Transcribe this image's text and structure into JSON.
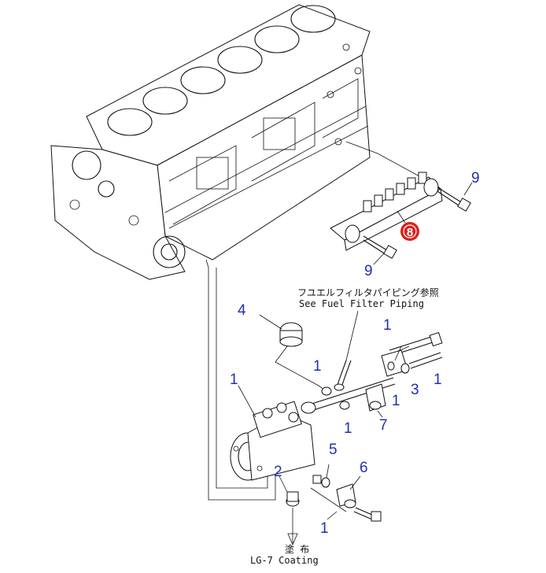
{
  "callouts": {
    "c_fuel_pipe_assembly": "8",
    "c_bolt_upper_right": "9",
    "c_bolt_upper_left": "9",
    "c_sensor": "4",
    "c_gasket_top": "1",
    "c_washer_a": "1",
    "c_washer_b": "1",
    "c_washer_c": "1",
    "c_bolt_3": "3",
    "c_hose_1": "1",
    "c_hose_2": "1",
    "c_fitting_7": "7",
    "c_bolt_5": "5",
    "c_clip_6": "6",
    "c_bolt_2": "2",
    "c_pump_1": "1"
  },
  "notes": {
    "fuel_filter_jp": "フユエルフィルタパイピング参照",
    "fuel_filter_en": "See Fuel Filter Piping",
    "coating_jp": "塗 布",
    "coating_en": "LG-7 Coating"
  },
  "colors": {
    "callout": "#1f2fb5",
    "highlight": "#d8231f",
    "line": "#111111"
  }
}
